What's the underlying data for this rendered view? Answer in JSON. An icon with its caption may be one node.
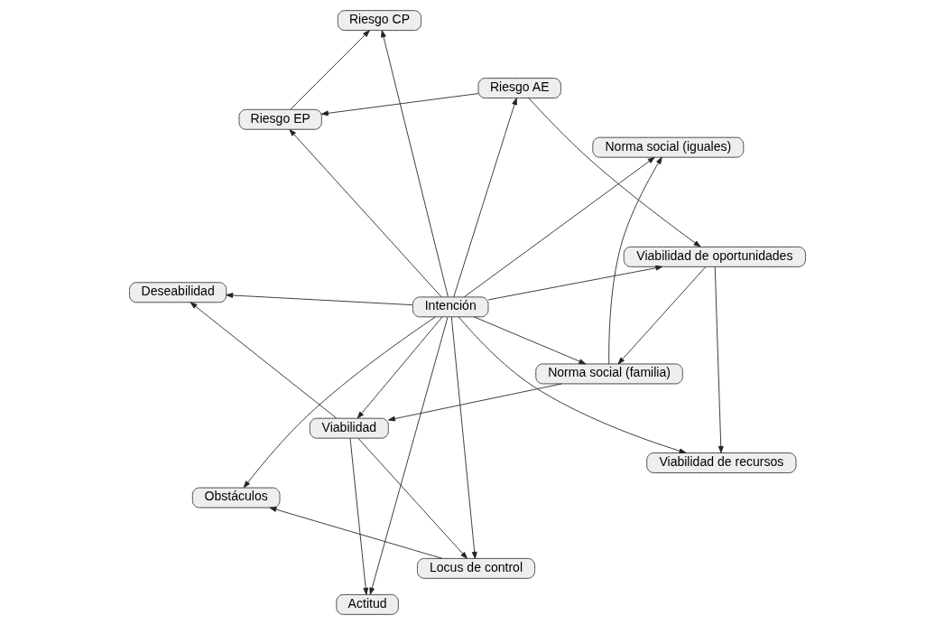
{
  "diagram": {
    "nodes": [
      {
        "text": [
          "Riesgo AE"
        ]
      },
      {
        "text": [
          "Norma social (iguales)"
        ]
      },
      {
        "text": [
          "Actitud"
        ]
      },
      {
        "text": [
          "Riesgo EP"
        ]
      },
      {
        "text": [
          "Riesgo CP"
        ]
      },
      {
        "text": [
          "Intención"
        ]
      },
      {
        "text": [
          "Deseabilidad"
        ]
      },
      {
        "text": [
          "Viabilidad de oportunidades"
        ]
      },
      {
        "text": [
          "Obstáculos"
        ]
      },
      {
        "text": [
          "Locus de control"
        ]
      },
      {
        "text": [
          "Viabilidad de recursos"
        ]
      },
      {
        "text": [
          "Viabilidad"
        ]
      },
      {
        "text": [
          "Norma social (familia)"
        ]
      }
    ],
    "edges": [
      {
        "from": 0,
        "to": 3,
        "arrow": "to"
      },
      {
        "from": 3,
        "to": 4,
        "arrow": "to"
      },
      {
        "from": 5,
        "to": 0,
        "arrow": "to"
      },
      {
        "from": 5,
        "to": 3,
        "arrow": "to"
      },
      {
        "from": 5,
        "to": 4,
        "arrow": "to"
      },
      {
        "from": 5,
        "to": 1,
        "arrow": "to"
      },
      {
        "from": 5,
        "to": 2,
        "arrow": "to"
      },
      {
        "from": 5,
        "to": 6,
        "arrow": "to"
      },
      {
        "from": 5,
        "to": 8,
        "arrow": "to"
      },
      {
        "from": 5,
        "to": 9,
        "arrow": "to"
      },
      {
        "from": 5,
        "to": 11,
        "arrow": "to"
      },
      {
        "from": 5,
        "to": 12,
        "arrow": "to"
      },
      {
        "from": 5,
        "to": 10,
        "arrow": "to"
      },
      {
        "from": 5,
        "to": 7,
        "arrow": "to"
      },
      {
        "from": 0,
        "to": 7,
        "arrow": "to"
      },
      {
        "from": 7,
        "to": 10,
        "arrow": "to"
      },
      {
        "from": 7,
        "to": 12,
        "arrow": "to"
      },
      {
        "from": 12,
        "to": 1,
        "arrow": "to"
      },
      {
        "from": 12,
        "to": 11,
        "arrow": "to"
      },
      {
        "from": 11,
        "to": 2,
        "arrow": "to"
      },
      {
        "from": 11,
        "to": 6,
        "arrow": "to"
      },
      {
        "from": 11,
        "to": 9,
        "arrow": "to"
      },
      {
        "from": 9,
        "to": 8,
        "arrow": "to"
      }
    ]
  }
}
